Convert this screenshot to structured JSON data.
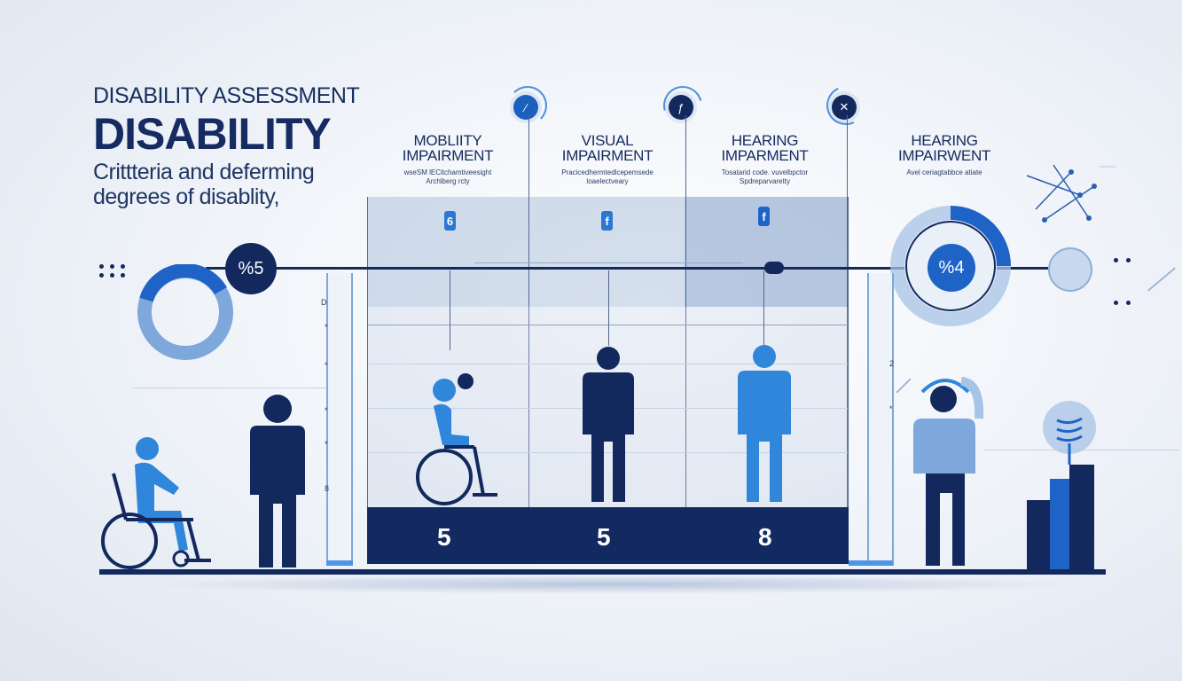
{
  "header": {
    "kicker": "DISABILITY ASSESSMENT",
    "headline": "DISABILITY",
    "subtitle_line1": "Crittteria and deferming",
    "subtitle_line2": "degrees of disablity,"
  },
  "columns": [
    {
      "title1": "MOBLIITY",
      "title2": "IMPAIRMENT",
      "small1": "wseSM lECitchamtiveesight",
      "small2": "Archlberg rcty",
      "score": "5",
      "badge": "6"
    },
    {
      "title1": "VISUAL",
      "title2": "IMPAIRMENT",
      "small1": "Pracicedhermtedlcepemsede",
      "small2": "loaelectveary",
      "score": "5",
      "badge": "f"
    },
    {
      "title1": "HEARING",
      "title2": "IMPARMENT",
      "small1": "Tosatarid code. vuvelbpctor",
      "small2": "Spdreparvaretty",
      "score": "8",
      "badge": "f"
    },
    {
      "title1": "HEARING",
      "title2": "IMPAIRWENT",
      "small1": "Avel ceriagtabbce atiate",
      "small2": ""
    }
  ],
  "markers": {
    "left": "%5",
    "right": "%4"
  },
  "gauge_labels": {
    "left": [
      "D",
      "*",
      "*",
      "*",
      "*",
      "8"
    ],
    "right": [
      "2",
      "*"
    ]
  },
  "icons": {
    "top1": "wrench-icon",
    "top2": "tools-icon",
    "top3": "cross-icon"
  },
  "colors": {
    "navy": "#13295e",
    "blue": "#1f63c7",
    "light_blue": "#6f9ed8",
    "pale_blue": "#a7c3e6"
  }
}
